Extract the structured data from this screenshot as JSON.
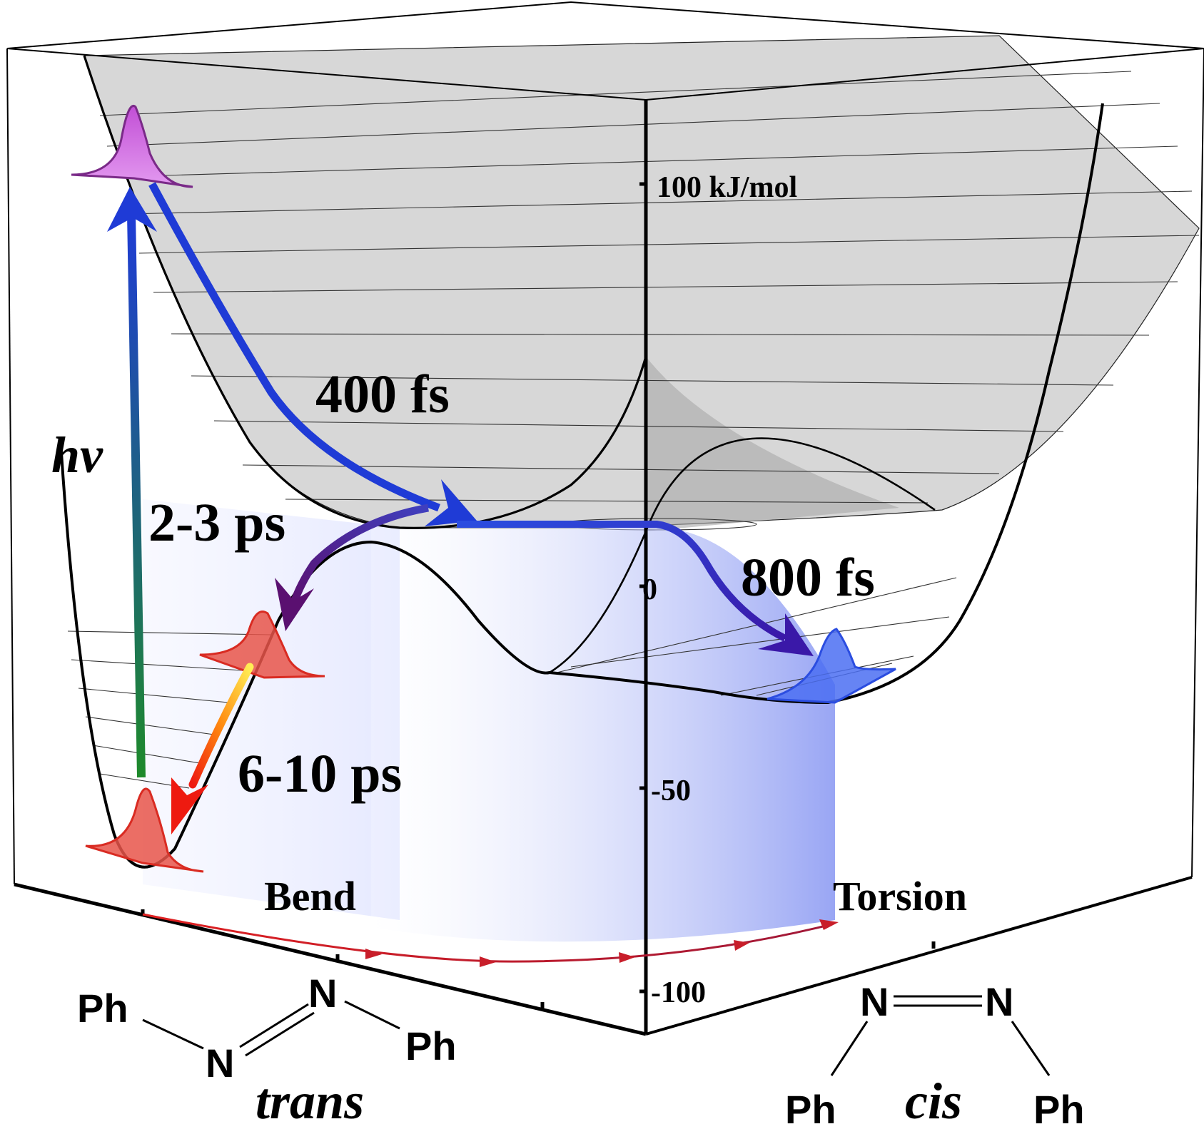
{
  "energy_axis": {
    "tick_100": "100 kJ/mol",
    "tick_0": "0",
    "tick_m50": "-50",
    "tick_m100": "-100"
  },
  "labels": {
    "hv": "hv",
    "t400": "400 fs",
    "t23": "2-3 ps",
    "t800": "800 fs",
    "t610": "6-10 ps",
    "bend": "Bend",
    "torsion": "Torsion"
  },
  "trans": {
    "name": "trans",
    "ph_left": "Ph",
    "n_upper": "N",
    "n_lower": "N",
    "ph_right": "Ph"
  },
  "cis": {
    "name": "cis",
    "n_left": "N",
    "n_right": "N",
    "ph_left": "Ph",
    "ph_right": "Ph"
  },
  "colors": {
    "excited_surface": "#c8c8c8",
    "ground_surface": "#8c9af5",
    "excitation_arrow": "#1e8a2a",
    "decay_400": "#1f3bd6",
    "decay_23": "#5a1780",
    "wavepacket_excited": "#cc55dd",
    "wavepacket_hot": "#e8433a",
    "wavepacket_cis": "#4b6ef2"
  }
}
